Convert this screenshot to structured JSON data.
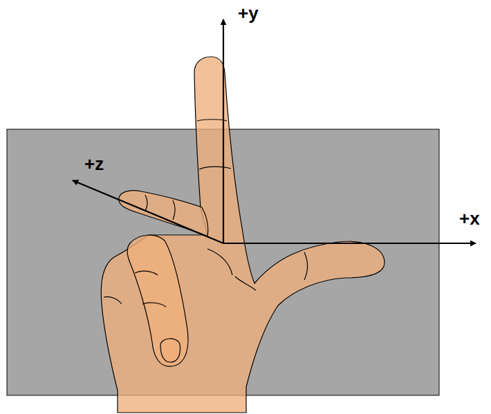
{
  "diagram": {
    "labels": [
      "+y",
      "+z",
      "+x"
    ]
  }
}
